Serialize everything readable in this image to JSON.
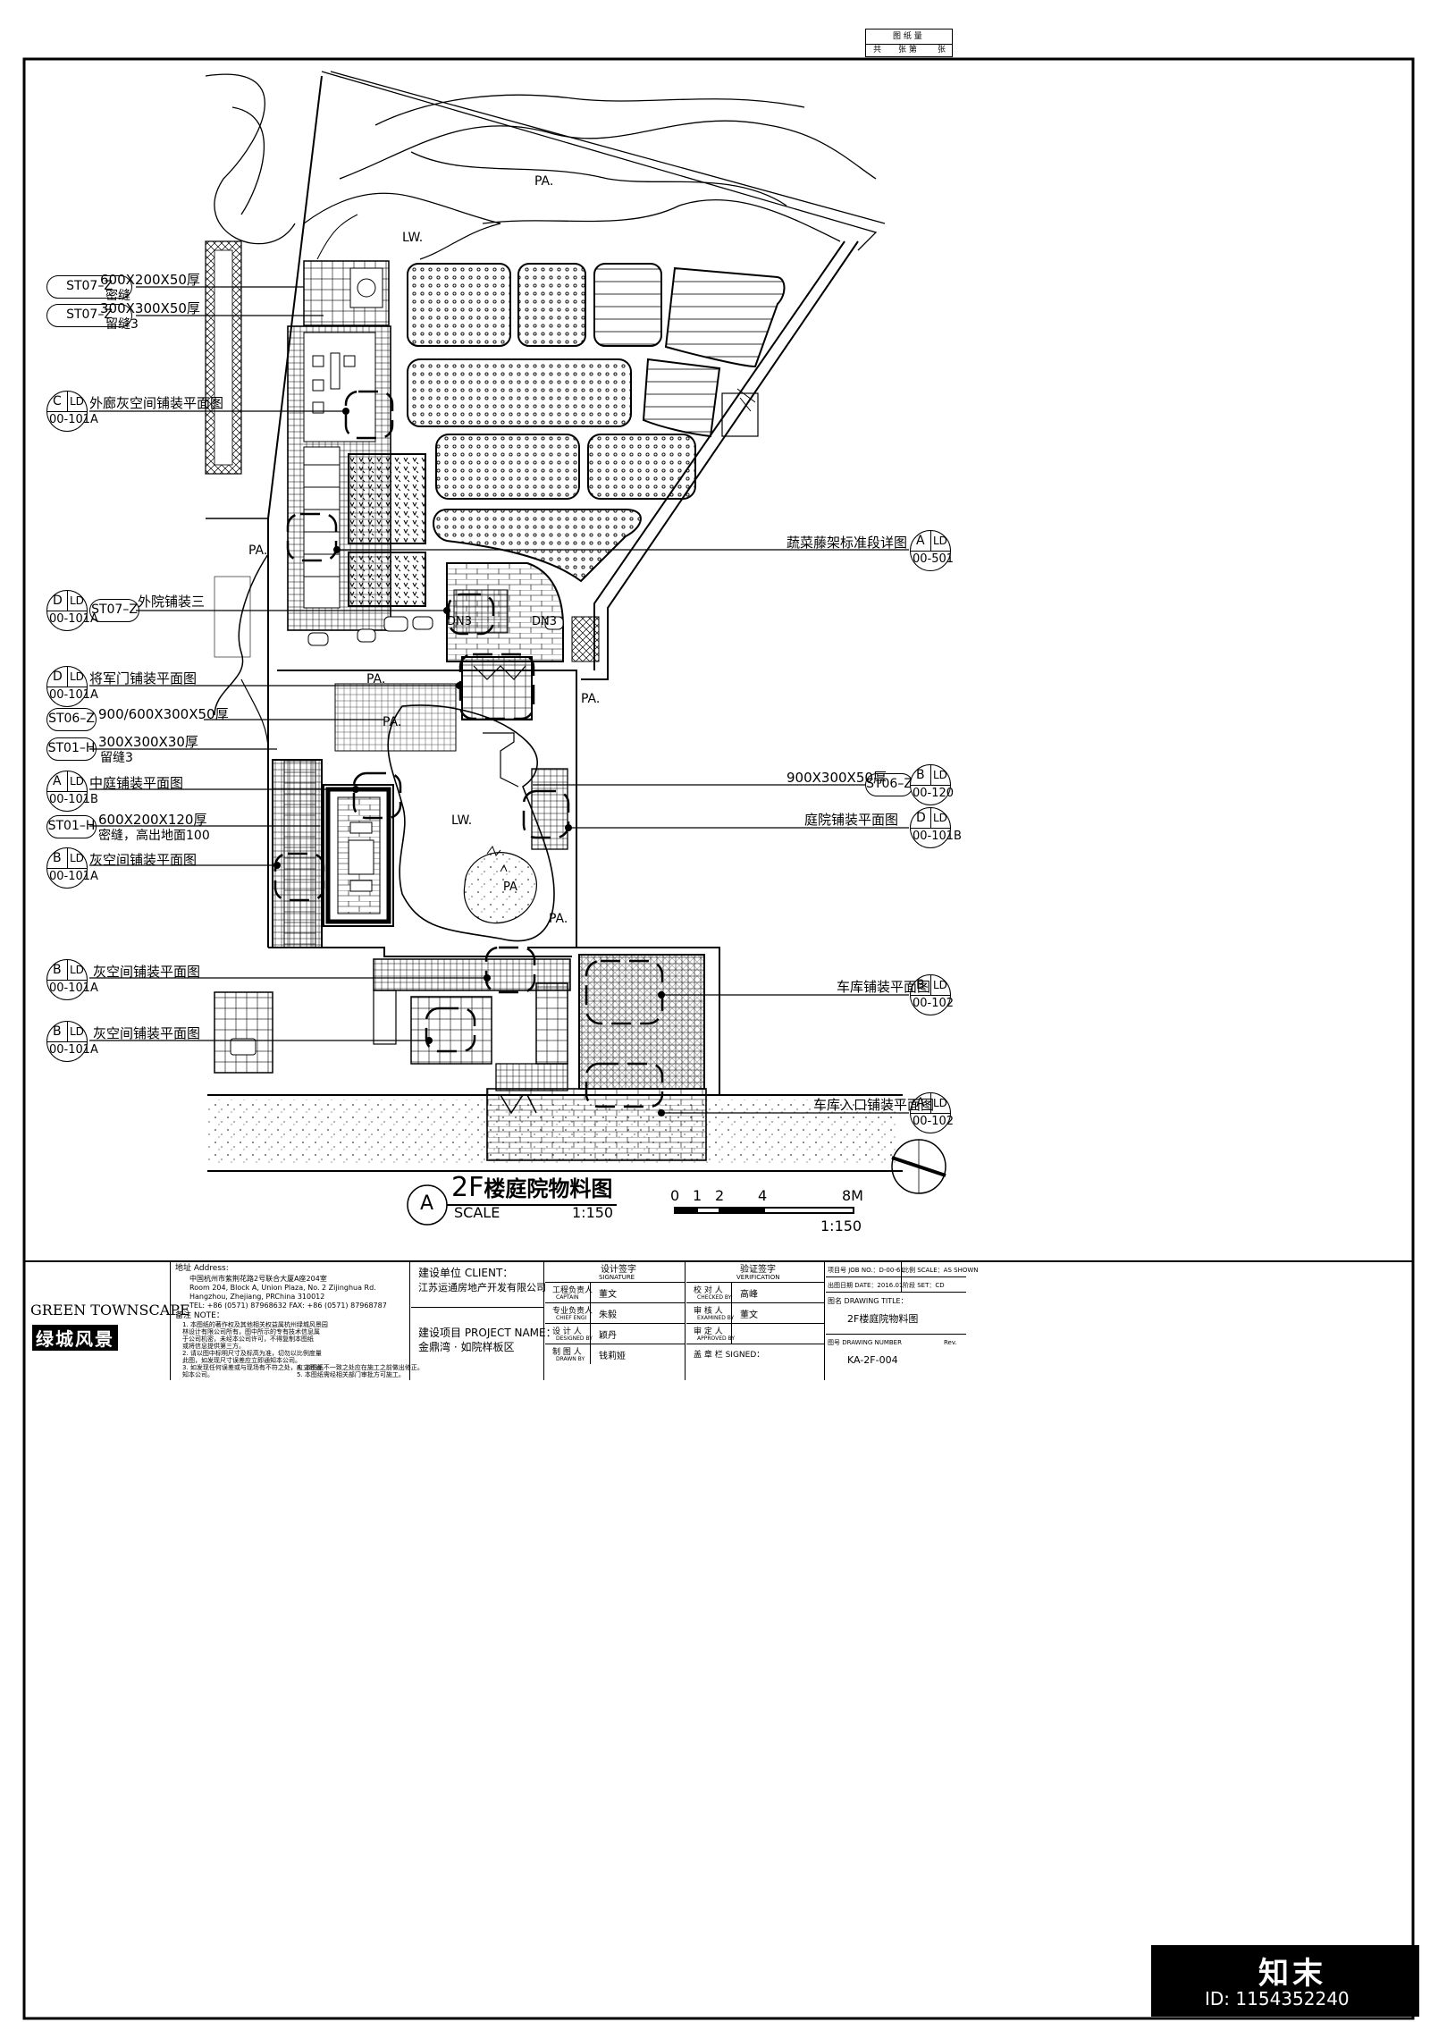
{
  "sheet_box": {
    "header": "图 纸 量",
    "cells": [
      "共",
      "张 第",
      "张"
    ]
  },
  "plan_labels": {
    "pa": "PA.",
    "lw": "LW.",
    "dn3": "DN3",
    "pa_small": "PA"
  },
  "callouts_left": [
    {
      "tag": "ST07",
      "suffix": "Z",
      "text1": "600X200X50厚",
      "text2": "密缝"
    },
    {
      "tag": "ST07",
      "suffix": "Z",
      "text1": "300X300X50厚",
      "text2": "留缝3"
    },
    {
      "top": "C",
      "right": "LD",
      "bottom": "00-101A",
      "text": "外廊灰空间铺装平面图"
    },
    {
      "top": "D",
      "right": "LD",
      "bottom": "00-101A",
      "text": ""
    },
    {
      "tag": "ST07",
      "suffix": "Z",
      "text1": "外院铺装三"
    },
    {
      "top": "D",
      "right": "LD",
      "bottom": "00-101A",
      "text": "将军门铺装平面图"
    },
    {
      "tag": "ST06",
      "suffix": "Z",
      "text1": "900/600X300X50厚"
    },
    {
      "tag": "ST01",
      "suffix": "H",
      "text1": "300X300X30厚",
      "text2": "留缝3"
    },
    {
      "top": "A",
      "right": "LD",
      "bottom": "00-101B",
      "text": "中庭铺装平面图"
    },
    {
      "tag": "ST01",
      "suffix": "H",
      "text1": "600X200X120厚",
      "text2": "密缝，高出地面100"
    },
    {
      "top": "B",
      "right": "LD",
      "bottom": "00-101A",
      "text": "灰空间铺装平面图"
    },
    {
      "top": "B",
      "right": "LD",
      "bottom": "00-101A",
      "text": "灰空间铺装平面图"
    },
    {
      "top": "B",
      "right": "LD",
      "bottom": "00-101A",
      "text": "灰空间铺装平面图"
    }
  ],
  "callouts_right": [
    {
      "top": "A",
      "right": "LD",
      "bottom": "00-501",
      "text": "蔬菜藤架标准段详图"
    },
    {
      "tag": "ST06",
      "suffix": "Z",
      "top": "B",
      "right": "LD",
      "bottom": "00-120",
      "text": "900X300X50厚"
    },
    {
      "top": "D",
      "right": "LD",
      "bottom": "00-101B",
      "text": "庭院铺装平面图"
    },
    {
      "top": "B",
      "right": "LD",
      "bottom": "00-102",
      "text": "车库铺装平面图"
    },
    {
      "top": "A",
      "right": "LD",
      "bottom": "00-102",
      "text": "车库入口铺装平面图"
    }
  ],
  "drawing_title": {
    "mark": "A",
    "title_prefix": "2F",
    "title": "楼庭院物料图",
    "scale_label": "SCALE",
    "scale": "1:150",
    "scalebar_ticks": [
      "0",
      "1",
      "2",
      "4",
      "8M"
    ],
    "scalebar_scale": "1:150"
  },
  "title_block": {
    "brand": "GREEN TOWNSCAPE",
    "brand_cn": "绿城风景",
    "address_label": "地址 Address:",
    "address_cn": "中国杭州市紫荆花路2号联合大厦A座204室",
    "address_en1": "Room 204, Block A, Union Plaza, No. 2 Zijinghua Rd.",
    "address_en2": "Hangzhou, Zhejiang, PRChina 310012",
    "tel": "TEL: +86 (0571) 87968632   FAX: +86 (0571) 87968787",
    "note_label": "备注 NOTE：",
    "notes": [
      "1. 本图纸的著作权及其他相关权益属杭州绿城风景园",
      "林设计有限公司所有，图中所示的专有技术信息属",
      "于公司机密，未经本公司许可，不得复制本图纸",
      "或将信息提供第三方。",
      "2. 请以图中标明尺寸及标高为准，切勿以比例度量",
      "此图，如发现尺寸误差应立即通知本公司。",
      "3. 如发现任何误差或与现场有不符之处，应立即通",
      "知本公司。",
      "4. 本图纸不一致之处应在施工之前做出修正。",
      "5. 本图纸需经相关部门审批方可施工。"
    ],
    "client_label": "建设单位 CLIENT：",
    "client": "江苏运通房地产开发有限公司",
    "project_label": "建设项目 PROJECT NAME：",
    "project": "金鼎湾 · 如院样板区",
    "sig_header": "设计签字",
    "sig_header_en": "SIGNATURE",
    "sig_rows": [
      {
        "role": "工程负责人",
        "role_en": "CAPTAIN",
        "name": "董文"
      },
      {
        "role": "专业负责人",
        "role_en": "CHIEF ENGI",
        "name": "朱毅"
      },
      {
        "role": "设 计 人",
        "role_en": "DESIGNED BY",
        "name": "颖丹"
      },
      {
        "role": "制 图 人",
        "role_en": "DRAWN BY",
        "name": "钱莉娅"
      }
    ],
    "ver_header": "验证签字",
    "ver_header_en": "VERIFICATION",
    "ver_rows": [
      {
        "role": "校 对 人",
        "role_en": "CHECKED BY",
        "name": "高峰"
      },
      {
        "role": "审 核 人",
        "role_en": "EXAMINED BY",
        "name": "董文"
      },
      {
        "role": "审 定 人",
        "role_en": "APPROVED BY",
        "name": ""
      }
    ],
    "seal_label": "盖 章 栏 SIGNED：",
    "job_no": "项目号 JOB NO.：D-00-61",
    "scale": "比例 SCALE：AS SHOWN",
    "date": "出图日期 DATE：2016.01",
    "set": "阶段 SET：CD",
    "drawing_title_label": "图名 DRAWING TITLE：",
    "drawing_title": "2F楼庭院物料图",
    "drawing_no_label": "图号 DRAWING NUMBER",
    "rev": "Rev.",
    "drawing_no": "KA-2F-004"
  },
  "watermark": {
    "logo": "知末",
    "id": "ID: 1154352240"
  }
}
